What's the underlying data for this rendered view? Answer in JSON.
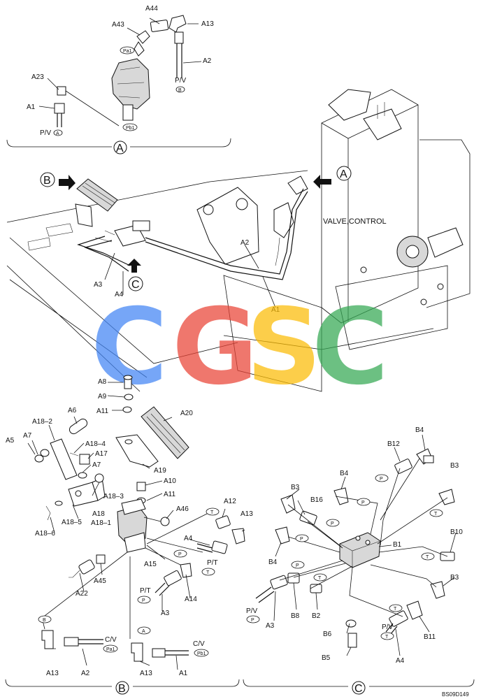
{
  "watermark": {
    "letters": [
      "C",
      "G",
      "S",
      "C"
    ],
    "colors": [
      "#4285F4",
      "#EA4335",
      "#FBBC05",
      "#34A853"
    ]
  },
  "diagram_code": "BS09D149",
  "main_label": "VALVE,CONTROL",
  "sections": {
    "a": "A",
    "b": "B",
    "c": "C"
  },
  "callout_arrows": {
    "a": "A",
    "b": "B",
    "c": "C"
  },
  "ports": {
    "pa1": "Pa1",
    "pb1": "Pb1",
    "pv": "P/V",
    "pt": "P/T",
    "cv": "C/V",
    "a": "A",
    "b": "B",
    "p": "P",
    "t": "T"
  },
  "labels_top": {
    "a44": "A44",
    "a43": "A43",
    "a13": "A13",
    "a2": "A2",
    "a23": "A23",
    "a1": "A1"
  },
  "labels_mid": {
    "a2": "A2",
    "a1": "A1",
    "a3": "A3",
    "a4": "A4"
  },
  "labels_b": {
    "a8": "A8",
    "a9": "A9",
    "a11a": "A11",
    "a20": "A20",
    "a6": "A6",
    "a18_2": "A18–2",
    "a7a": "A7",
    "a5": "A5",
    "a18_4": "A18–4",
    "a17": "A17",
    "a7b": "A7",
    "a19": "A19",
    "a10": "A10",
    "a18_3": "A18–3",
    "a11b": "A11",
    "a46": "A46",
    "a18": "A18",
    "a18_1": "A18–1",
    "a18_5": "A18–5",
    "a18_6": "A18–6",
    "a12": "A12",
    "a13a": "A13",
    "a4": "A4",
    "a15": "A15",
    "a45": "A45",
    "a22": "A22",
    "a14": "A14",
    "a3": "A3",
    "a13b": "A13",
    "a2": "A2",
    "a13c": "A13",
    "a1": "A1"
  },
  "labels_c": {
    "b4a": "B4",
    "b12": "B12",
    "b3a": "B3",
    "b4b": "B4",
    "b3b": "B3",
    "b16": "B16",
    "b1": "B1",
    "b10": "B10",
    "b4c": "B4",
    "b3c": "B3",
    "a3": "A3",
    "b8": "B8",
    "b2": "B2",
    "b6": "B6",
    "b5": "B5",
    "a4": "A4",
    "b11": "B11"
  }
}
